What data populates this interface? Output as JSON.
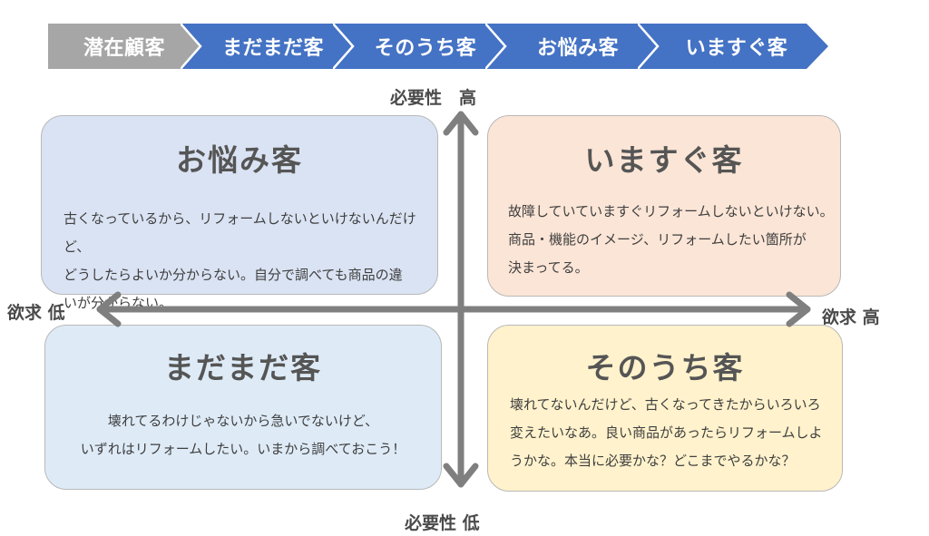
{
  "process_steps": [
    {
      "label": "潜在顧客",
      "color": "#a6a6a6"
    },
    {
      "label": "まだまだ客",
      "color": "#4472c4"
    },
    {
      "label": "そのうち客",
      "color": "#4472c4"
    },
    {
      "label": "お悩み客",
      "color": "#4472c4"
    },
    {
      "label": "いますぐ客",
      "color": "#4472c4"
    }
  ],
  "axes": {
    "necessity_high": "必要性　高",
    "necessity_low": "必要性 低",
    "desire_low": "欲求 低",
    "desire_high": "欲求 高",
    "arrow_color": "#7f7f7f"
  },
  "quadrants": {
    "top_left": {
      "title": "お悩み客",
      "lines": [
        "古くなっているから、リフォームしないといけないんだけど、",
        "どうしたらよいか分からない。自分で調べても商品の違",
        "いが分からない。"
      ],
      "bg_color": "#dae3f3"
    },
    "top_right": {
      "title": "いますぐ客",
      "lines": [
        "故障していていますぐリフォームしないといけない。",
        "商品・機能のイメージ、リフォームしたい箇所が",
        "決まってる。"
      ],
      "bg_color": "#fbe5d6"
    },
    "bottom_left": {
      "title": "まだまだ客",
      "lines": [
        "壊れてるわけじゃないから急いでないけど、",
        "いずれはリフォームしたい。いまから調べておこう！"
      ],
      "bg_color": "#deebf7"
    },
    "bottom_right": {
      "title": "そのうち客",
      "lines": [
        "壊れてないんだけど、古くなってきたからいろいろ",
        "変えたいなあ。良い商品があったらリフォームしよ",
        "うかな。本当に必要かな？どこまでやるかな？"
      ],
      "bg_color": "#fff2cc"
    }
  }
}
